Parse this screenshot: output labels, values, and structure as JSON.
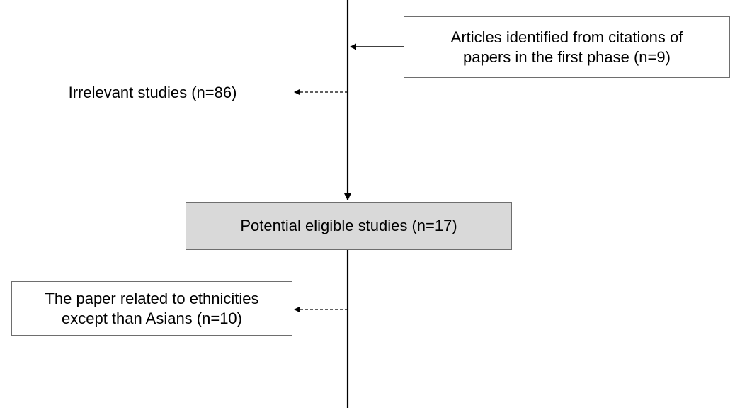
{
  "boxes": {
    "citations": {
      "lines": [
        "Articles identified from citations of",
        "papers in the first phase (n=9)"
      ]
    },
    "irrelevant": {
      "lines": [
        "Irrelevant studies (n=86)"
      ]
    },
    "potential": {
      "lines": [
        "Potential eligible studies (n=17)"
      ]
    },
    "ethnicities": {
      "lines": [
        "The paper related to ethnicities",
        "except than Asians (n=10)"
      ]
    }
  },
  "colors": {
    "line": "#000000",
    "box_border": "#6e6e6e",
    "shaded_fill": "#d9d9d9"
  }
}
